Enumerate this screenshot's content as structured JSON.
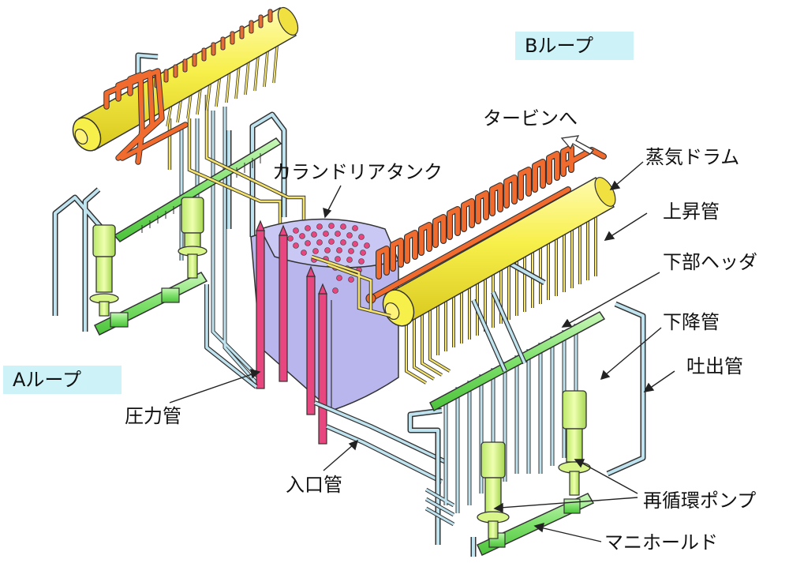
{
  "loops": {
    "a": "Aループ",
    "b": "Bループ"
  },
  "labels": {
    "turbine": "タービンへ",
    "drum": "蒸気ドラム",
    "riser": "上昇管",
    "lower_header": "下部ヘッダ",
    "downcomer": "下降管",
    "discharge": "吐出管",
    "pump": "再循環ポンプ",
    "manifold": "マニホールド",
    "calandria": "カランドリアタンク",
    "pressure_tube": "圧力管",
    "inlet": "入口管"
  },
  "colors": {
    "drum": "#f7ef4a",
    "steam_pipe": "#f26b2e",
    "riser": "#f5e36a",
    "header": "#7ee06b",
    "pipe": "#bfe3ef",
    "pump": "#d8f58a",
    "calandria": "#b9b6ee",
    "pressure_tube": "#e8467e",
    "loop_box": "#cdf3f8"
  }
}
